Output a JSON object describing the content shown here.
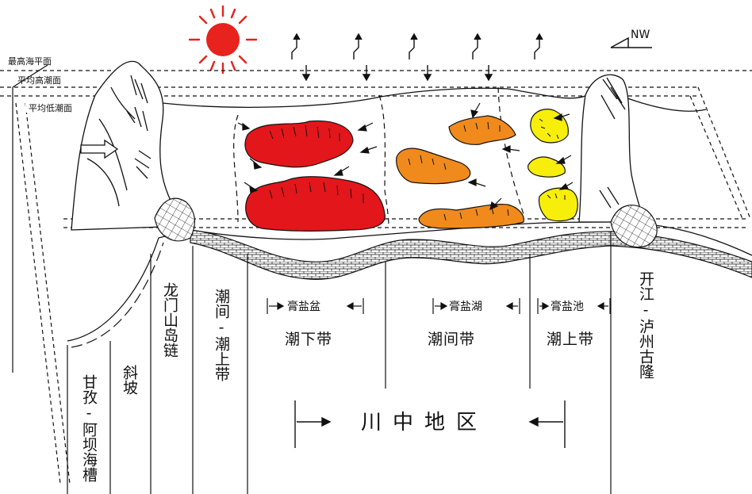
{
  "colors": {
    "sun": "#e8221c",
    "basin": "#e3161b",
    "lake": "#f08a1c",
    "pool": "#f7ee0c",
    "line": "#111111"
  },
  "compass": {
    "label": "NW"
  },
  "levels": {
    "highest_sea_level": "最高海平面",
    "mean_high_tide": "平均高潮面",
    "mean_low_tide": "平均低潮面"
  },
  "zones": {
    "subtidal": "潮下带",
    "intertidal": "潮间带",
    "supratidal": "潮上带"
  },
  "evaporites": {
    "gypsum_salt_basin": "膏盐盆",
    "gypsum_salt_lake": "膏盐湖",
    "gypsum_salt_pool": "膏盐池"
  },
  "vertical_labels": {
    "trough": "甘孜-阿坝海槽",
    "slope": "斜坡",
    "island_chain": "龙门山岛链",
    "intertidal_supratidal": "潮间-潮上带",
    "paleo_uplift": "开江-泸州古隆"
  },
  "region": {
    "label": "川中地区"
  },
  "icons": [
    "sun-icon",
    "north-west-arrow-icon",
    "evaporation-arrow-icon",
    "rain-arrow-icon",
    "inflow-arrow-icon"
  ]
}
